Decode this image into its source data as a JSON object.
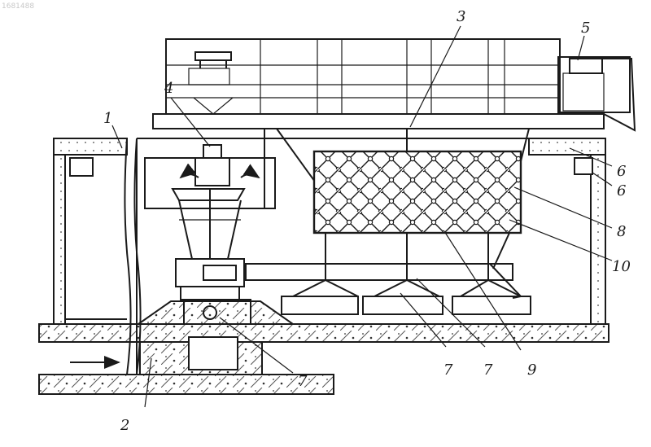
{
  "watermark": "1681488",
  "labels": {
    "l1": "1",
    "l2": "2",
    "l3": "3",
    "l4": "4",
    "l5": "5",
    "l6a": "6",
    "l6b": "6",
    "l7a": "7",
    "l7b": "7",
    "l7c": "7",
    "l8": "8",
    "l9": "9",
    "l10": "10"
  }
}
